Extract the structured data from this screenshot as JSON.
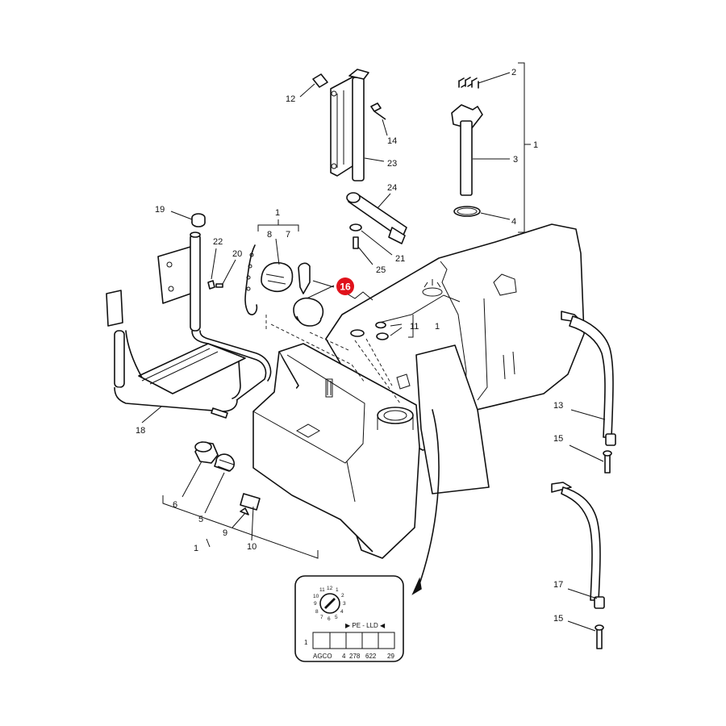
{
  "callouts": {
    "c1a": "1",
    "c2": "2",
    "c3": "3",
    "c4": "4",
    "c12": "12",
    "c23": "23",
    "c14": "14",
    "c24": "24",
    "c21": "21",
    "c25": "25",
    "c19": "19",
    "c22": "22",
    "c20": "20",
    "c18": "18",
    "c1b": "1",
    "c8": "8",
    "c7": "7",
    "c16": "16",
    "c11": "11",
    "c1c": "1",
    "c13": "13",
    "c15a": "15",
    "c17": "17",
    "c15b": "15",
    "c6": "6",
    "c5": "5",
    "c9": "9",
    "c10": "10",
    "c1d": "1"
  },
  "highlight_color": "#e0121b",
  "date_plate": {
    "dial_numbers": [
      "11",
      "12",
      "1",
      "2",
      "3",
      "4",
      "5",
      "6",
      "7",
      "8",
      "9",
      "10"
    ],
    "code_line": "▶ PE - LLD ◀",
    "row_prefix": "1",
    "cells": [
      "",
      "",
      "",
      "",
      ""
    ],
    "footer": [
      "AGCO",
      "4",
      "278",
      "622",
      "29"
    ]
  }
}
